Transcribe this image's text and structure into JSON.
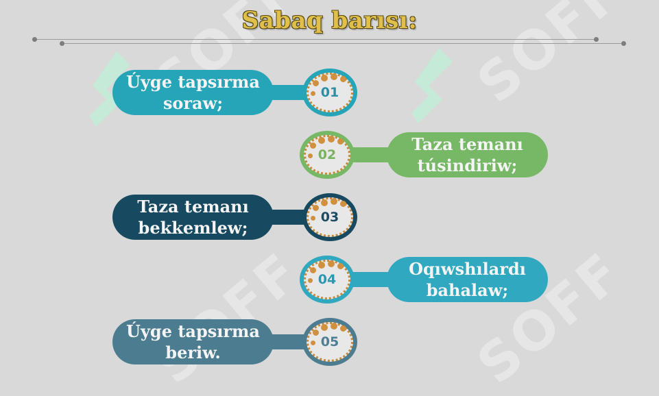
{
  "slide": {
    "title": "Sabaq barısı:"
  },
  "steps": [
    {
      "number": "01",
      "text_line1": "Úyge tapsırma",
      "text_line2": "soraw;",
      "color": "#26a5b8",
      "num_color": "#2b8fa6",
      "side": "left"
    },
    {
      "number": "02",
      "text_line1": "Taza temanı",
      "text_line2": "túsindiriw;",
      "color": "#76b865",
      "num_color": "#7ab260",
      "side": "right"
    },
    {
      "number": "03",
      "text_line1": "Taza temanı",
      "text_line2": "bekkemlew;",
      "color": "#174a60",
      "num_color": "#1d4b63",
      "side": "left"
    },
    {
      "number": "04",
      "text_line1": "Oqıwshılardı",
      "text_line2": "bahalaw;",
      "color": "#30a9c0",
      "num_color": "#2e97b0",
      "side": "right"
    },
    {
      "number": "05",
      "text_line1": "Úyge tapsırma",
      "text_line2": "beriw.",
      "color": "#4c7c90",
      "num_color": "#4e7f94",
      "side": "left"
    }
  ],
  "watermark": {
    "text": "SOFF"
  }
}
